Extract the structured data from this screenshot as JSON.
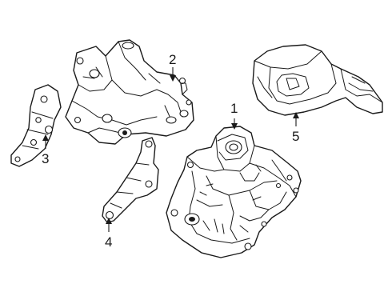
{
  "diagram": {
    "callouts": [
      {
        "id": "1",
        "label": "1"
      },
      {
        "id": "2",
        "label": "2"
      },
      {
        "id": "3",
        "label": "3"
      },
      {
        "id": "4",
        "label": "4"
      },
      {
        "id": "5",
        "label": "5"
      }
    ]
  },
  "colors": {
    "line": "#1a1a1a",
    "background": "#ffffff"
  }
}
